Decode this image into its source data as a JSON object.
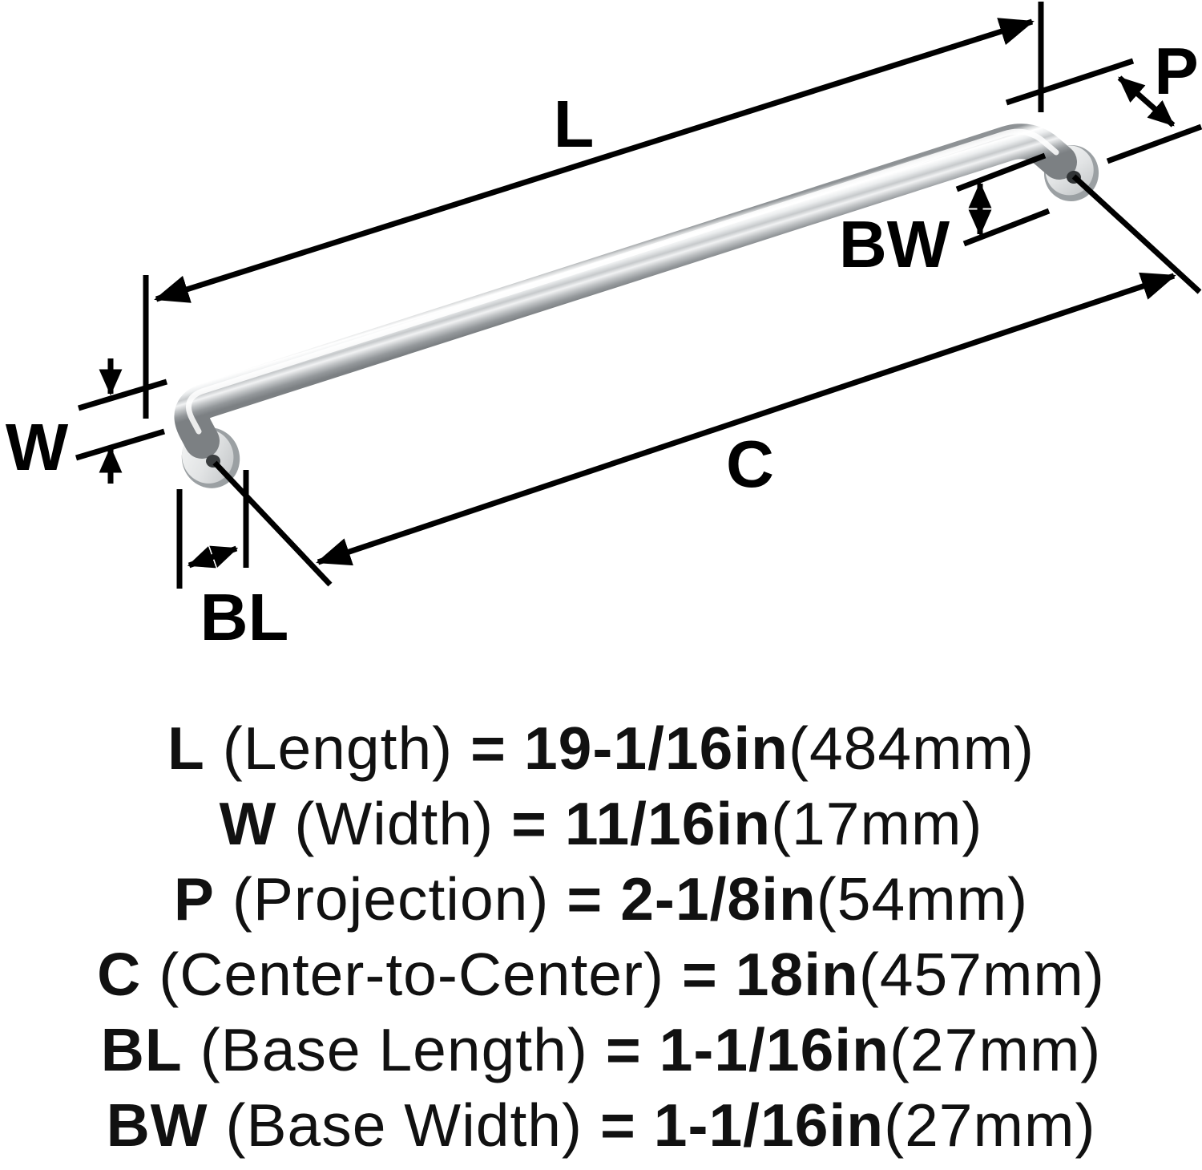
{
  "diagram": {
    "labels": {
      "l": "L",
      "w": "W",
      "p": "P",
      "c": "C",
      "bl": "BL",
      "bw": "BW"
    }
  },
  "specs": [
    {
      "symbol": "L",
      "name": "(Length)",
      "eq": "=",
      "value": "19-1/16in",
      "metric": "(484mm)"
    },
    {
      "symbol": "W",
      "name": "(Width)",
      "eq": "=",
      "value": "11/16in",
      "metric": "(17mm)"
    },
    {
      "symbol": "P",
      "name": "(Projection)",
      "eq": "=",
      "value": "2-1/8in",
      "metric": "(54mm)"
    },
    {
      "symbol": "C",
      "name": "(Center-to-Center)",
      "eq": "=",
      "value": "18in",
      "metric": "(457mm)"
    },
    {
      "symbol": "BL",
      "name": "(Base Length)",
      "eq": "=",
      "value": "1-1/16in",
      "metric": "(27mm)"
    },
    {
      "symbol": "BW",
      "name": "(Base Width)",
      "eq": "=",
      "value": "1-1/16in",
      "metric": "(27mm)"
    }
  ],
  "colors": {
    "background": "#ffffff",
    "line": "#000000",
    "text": "#111111",
    "metal_highlight": "#ffffff",
    "metal_mid": "#c6c9cb",
    "metal_dark": "#7c8083"
  }
}
